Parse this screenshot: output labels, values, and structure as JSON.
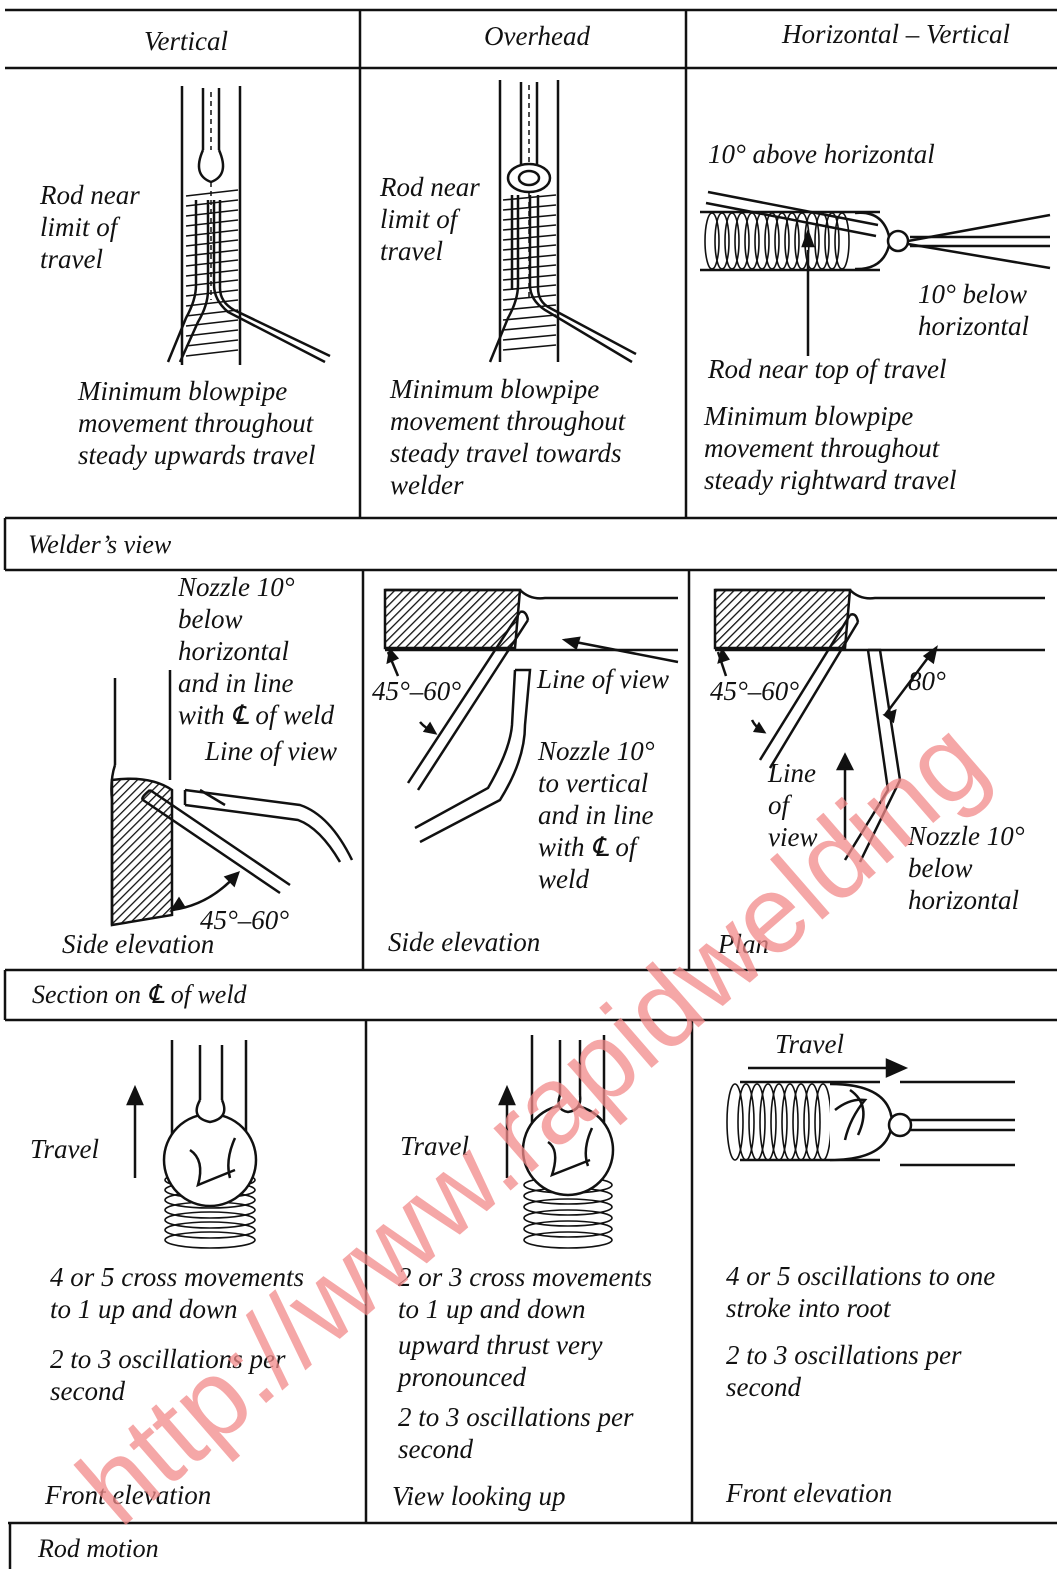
{
  "table": {
    "headers": [
      "Vertical",
      "Overhead",
      "Horizontal – Vertical"
    ],
    "sections": {
      "welders_view": "Welder’s view",
      "section_on_weld": "Section on ℄ of weld",
      "rod_motion": "Rod motion"
    }
  },
  "welders_view": {
    "vertical": {
      "rod_label": [
        "Rod near",
        "limit of",
        "travel"
      ],
      "caption": [
        "Minimum blowpipe",
        "movement throughout",
        "steady upwards travel"
      ]
    },
    "overhead": {
      "rod_label": [
        "Rod near",
        "limit of",
        "travel"
      ],
      "caption": [
        "Minimum blowpipe",
        "movement throughout",
        "steady travel towards",
        "welder"
      ]
    },
    "horizontal": {
      "above": "10° above horizontal",
      "below": [
        "10° below",
        "horizontal"
      ],
      "rod_label": "Rod near top of travel",
      "caption": [
        "Minimum blowpipe",
        "movement throughout",
        "steady rightward travel"
      ]
    }
  },
  "section_on_weld": {
    "vertical": {
      "nozzle": [
        "Nozzle 10°",
        "below",
        "horizontal",
        "and in line",
        "with ℄ of weld"
      ],
      "line_of_view": "Line of view",
      "angle": "45°–60°",
      "view": "Side elevation"
    },
    "overhead": {
      "angle": "45°–60°",
      "line_of_view": "Line of view",
      "nozzle": [
        "Nozzle 10°",
        "to vertical",
        "and in line",
        "with ℄ of",
        "weld"
      ],
      "view": "Side elevation"
    },
    "horizontal": {
      "angle": "45°–60°",
      "angle2": "80°",
      "line_of_view": [
        "Line",
        "of",
        "view"
      ],
      "nozzle": [
        "Nozzle 10°",
        "below",
        "horizontal"
      ],
      "view": "Plan"
    }
  },
  "rod_motion": {
    "vertical": {
      "travel": "Travel",
      "notes": [
        "4 or 5 cross movements",
        "to 1 up and down",
        "2 to 3 oscillations per",
        "second"
      ],
      "view": "Front elevation"
    },
    "overhead": {
      "travel": "Travel",
      "notes": [
        "2 or 3 cross movements",
        "to 1 up and down",
        "upward thrust very",
        "pronounced",
        "2 to 3 oscillations per",
        "second"
      ],
      "view": "View looking up"
    },
    "horizontal": {
      "travel": "Travel",
      "notes": [
        "4 or 5 oscillations to one",
        "stroke into root",
        "2 to 3 oscillations per",
        "second"
      ],
      "view": "Front elevation"
    }
  },
  "watermark": "http://www.rapidwelding"
}
